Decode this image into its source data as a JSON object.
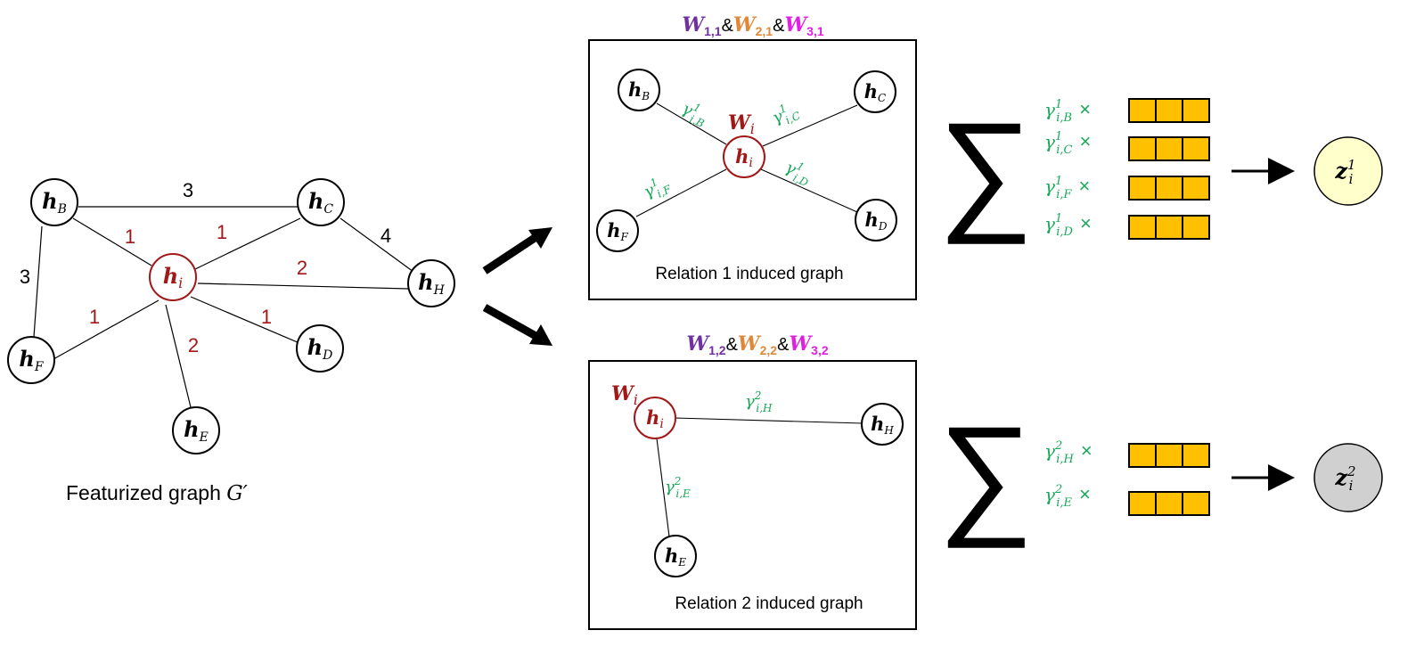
{
  "featurized_graph": {
    "caption_text": "Featurized graph ",
    "caption_symbol": "G′",
    "nodes": {
      "i": {
        "base": "h",
        "sub": "i"
      },
      "B": {
        "base": "h",
        "sub": "B"
      },
      "C": {
        "base": "h",
        "sub": "C"
      },
      "F": {
        "base": "h",
        "sub": "F"
      },
      "H": {
        "base": "h",
        "sub": "H"
      },
      "D": {
        "base": "h",
        "sub": "D"
      },
      "E": {
        "base": "h",
        "sub": "E"
      }
    },
    "edge_labels": {
      "B_C": "3",
      "B_F": "3",
      "C_H": "4",
      "i_B": "1",
      "i_C": "1",
      "i_H": "2",
      "i_F": "1",
      "i_D": "1",
      "i_E": "2"
    }
  },
  "relation1": {
    "caption": "Relation 1 induced graph",
    "weights": [
      {
        "base": "W",
        "sub": "1,1",
        "color": "#7030a0"
      },
      {
        "base": "W",
        "sub": "2,1",
        "color": "#e0883a"
      },
      {
        "base": "W",
        "sub": "3,1",
        "color": "#e020e0"
      }
    ],
    "amp": "&",
    "center_weight": {
      "base": "W",
      "sub": "i"
    },
    "edge_labels": {
      "B": {
        "base": "γ",
        "sup": "1",
        "sub": "i,B"
      },
      "C": {
        "base": "γ",
        "sup": "1",
        "sub": "i,C"
      },
      "F": {
        "base": "γ",
        "sup": "1",
        "sub": "i,F"
      },
      "D": {
        "base": "γ",
        "sup": "1",
        "sub": "i,D"
      }
    },
    "sum_terms": [
      {
        "base": "γ",
        "sup": "1",
        "sub": "i,B",
        "op": "×"
      },
      {
        "base": "γ",
        "sup": "1",
        "sub": "i,C",
        "op": "×"
      },
      {
        "base": "γ",
        "sup": "1",
        "sub": "i,F",
        "op": "×"
      },
      {
        "base": "γ",
        "sup": "1",
        "sub": "i,D",
        "op": "×"
      }
    ],
    "output": {
      "base": "z",
      "sup": "1",
      "sub": "i"
    }
  },
  "relation2": {
    "caption": "Relation 2 induced graph",
    "weights": [
      {
        "base": "W",
        "sub": "1,2",
        "color": "#7030a0"
      },
      {
        "base": "W",
        "sub": "2,2",
        "color": "#e0883a"
      },
      {
        "base": "W",
        "sub": "3,2",
        "color": "#e020e0"
      }
    ],
    "amp": "&",
    "center_weight": {
      "base": "W",
      "sub": "i"
    },
    "edge_labels": {
      "H": {
        "base": "γ",
        "sup": "2",
        "sub": "i,H"
      },
      "E": {
        "base": "γ",
        "sup": "2",
        "sub": "i,E"
      }
    },
    "sum_terms": [
      {
        "base": "γ",
        "sup": "2",
        "sub": "i,H",
        "op": "×"
      },
      {
        "base": "γ",
        "sup": "2",
        "sub": "i,E",
        "op": "×"
      }
    ],
    "output": {
      "base": "z",
      "sup": "2",
      "sub": "i"
    }
  },
  "sum_symbol": "∑",
  "colors": {
    "center_node": "#a01818",
    "edge_weight_red": "#a01818",
    "gamma_green": "#1aa85a",
    "feature_bar_fill": "#ffc000",
    "output1_fill": "#ffffcc",
    "output2_fill": "#d0d0d0"
  }
}
